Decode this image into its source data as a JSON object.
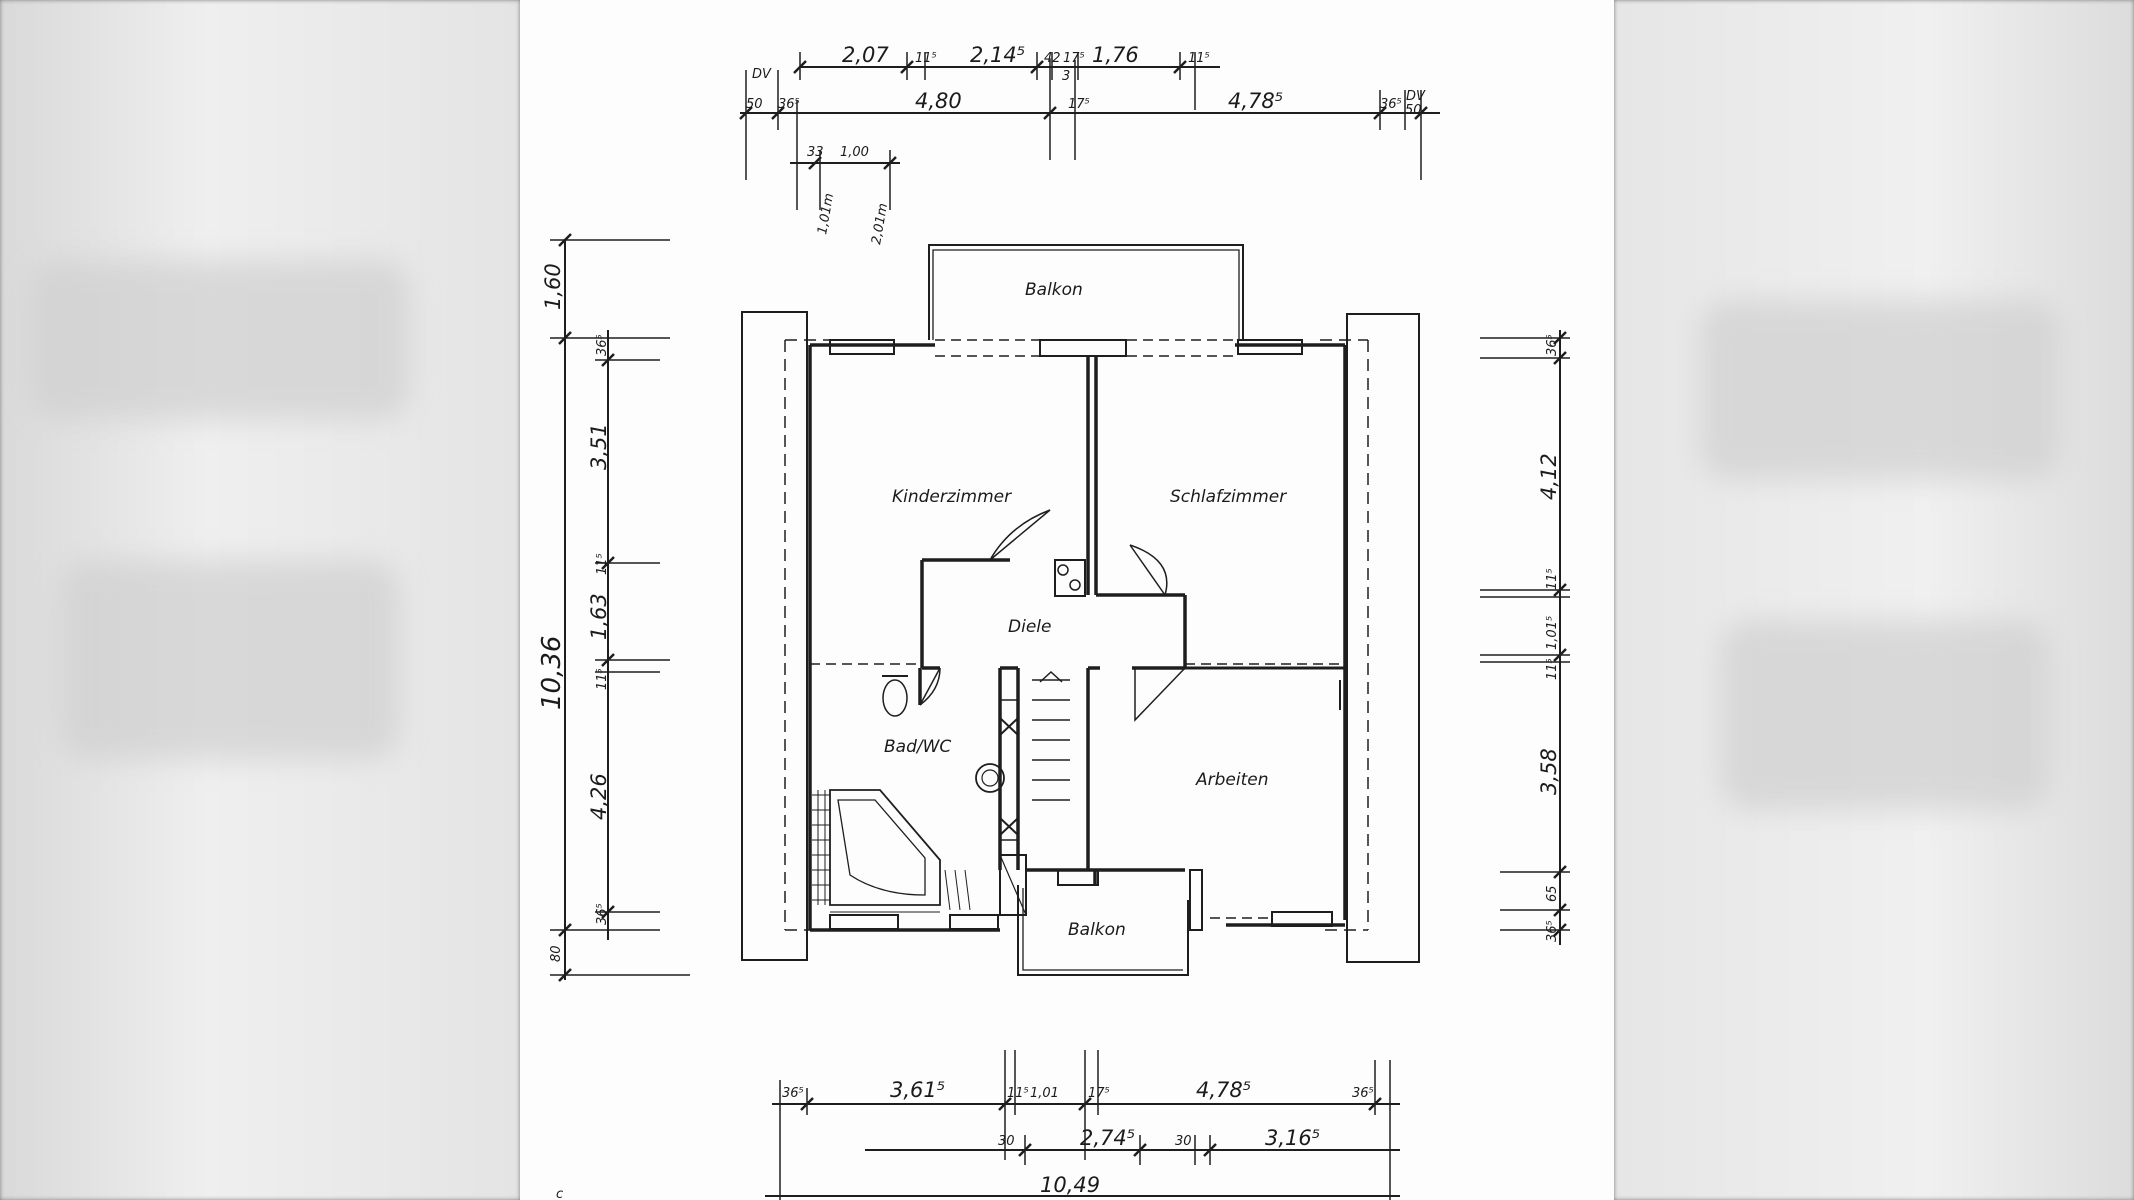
{
  "rooms": {
    "balkon_top": "Balkon",
    "kinderzimmer": "Kinderzimmer",
    "schlafzimmer": "Schlafzimmer",
    "diele": "Diele",
    "bad": "Bad/WC",
    "arbeiten": "Arbeiten",
    "balkon_bottom": "Balkon"
  },
  "dims_top": {
    "row1": [
      "2,07",
      "11⁵",
      "2,14⁵",
      "42",
      "17⁵",
      "1,76",
      "11⁵"
    ],
    "row1_extra": "3",
    "dv_left": "DV",
    "dv_right": "DV",
    "row2": [
      "50",
      "36⁵",
      "4,80",
      "17⁵",
      "4,78⁵",
      "36⁵",
      "50"
    ],
    "row3": [
      "33",
      "1,00"
    ],
    "window_h": [
      "1,01m",
      "2,01m"
    ]
  },
  "dims_left": [
    "1,60",
    "36⁵",
    "3,51",
    "11⁵",
    "1,63",
    "11⁵",
    "4,26",
    "36⁵",
    "80"
  ],
  "dims_left_total": "10,36",
  "dims_right": [
    "36⁵",
    "4,12",
    "11⁵",
    "1,01⁵",
    "11⁵",
    "3,58",
    "65",
    "36⁵"
  ],
  "dims_bottom": {
    "row1": [
      "36⁵",
      "3,61⁵",
      "11⁵",
      "1,01",
      "17⁵",
      "4,78⁵",
      "36⁵"
    ],
    "row2": [
      "30",
      "2,74⁵",
      "30",
      "3,16⁵"
    ],
    "total": "10,49"
  },
  "corner_mark": "c"
}
